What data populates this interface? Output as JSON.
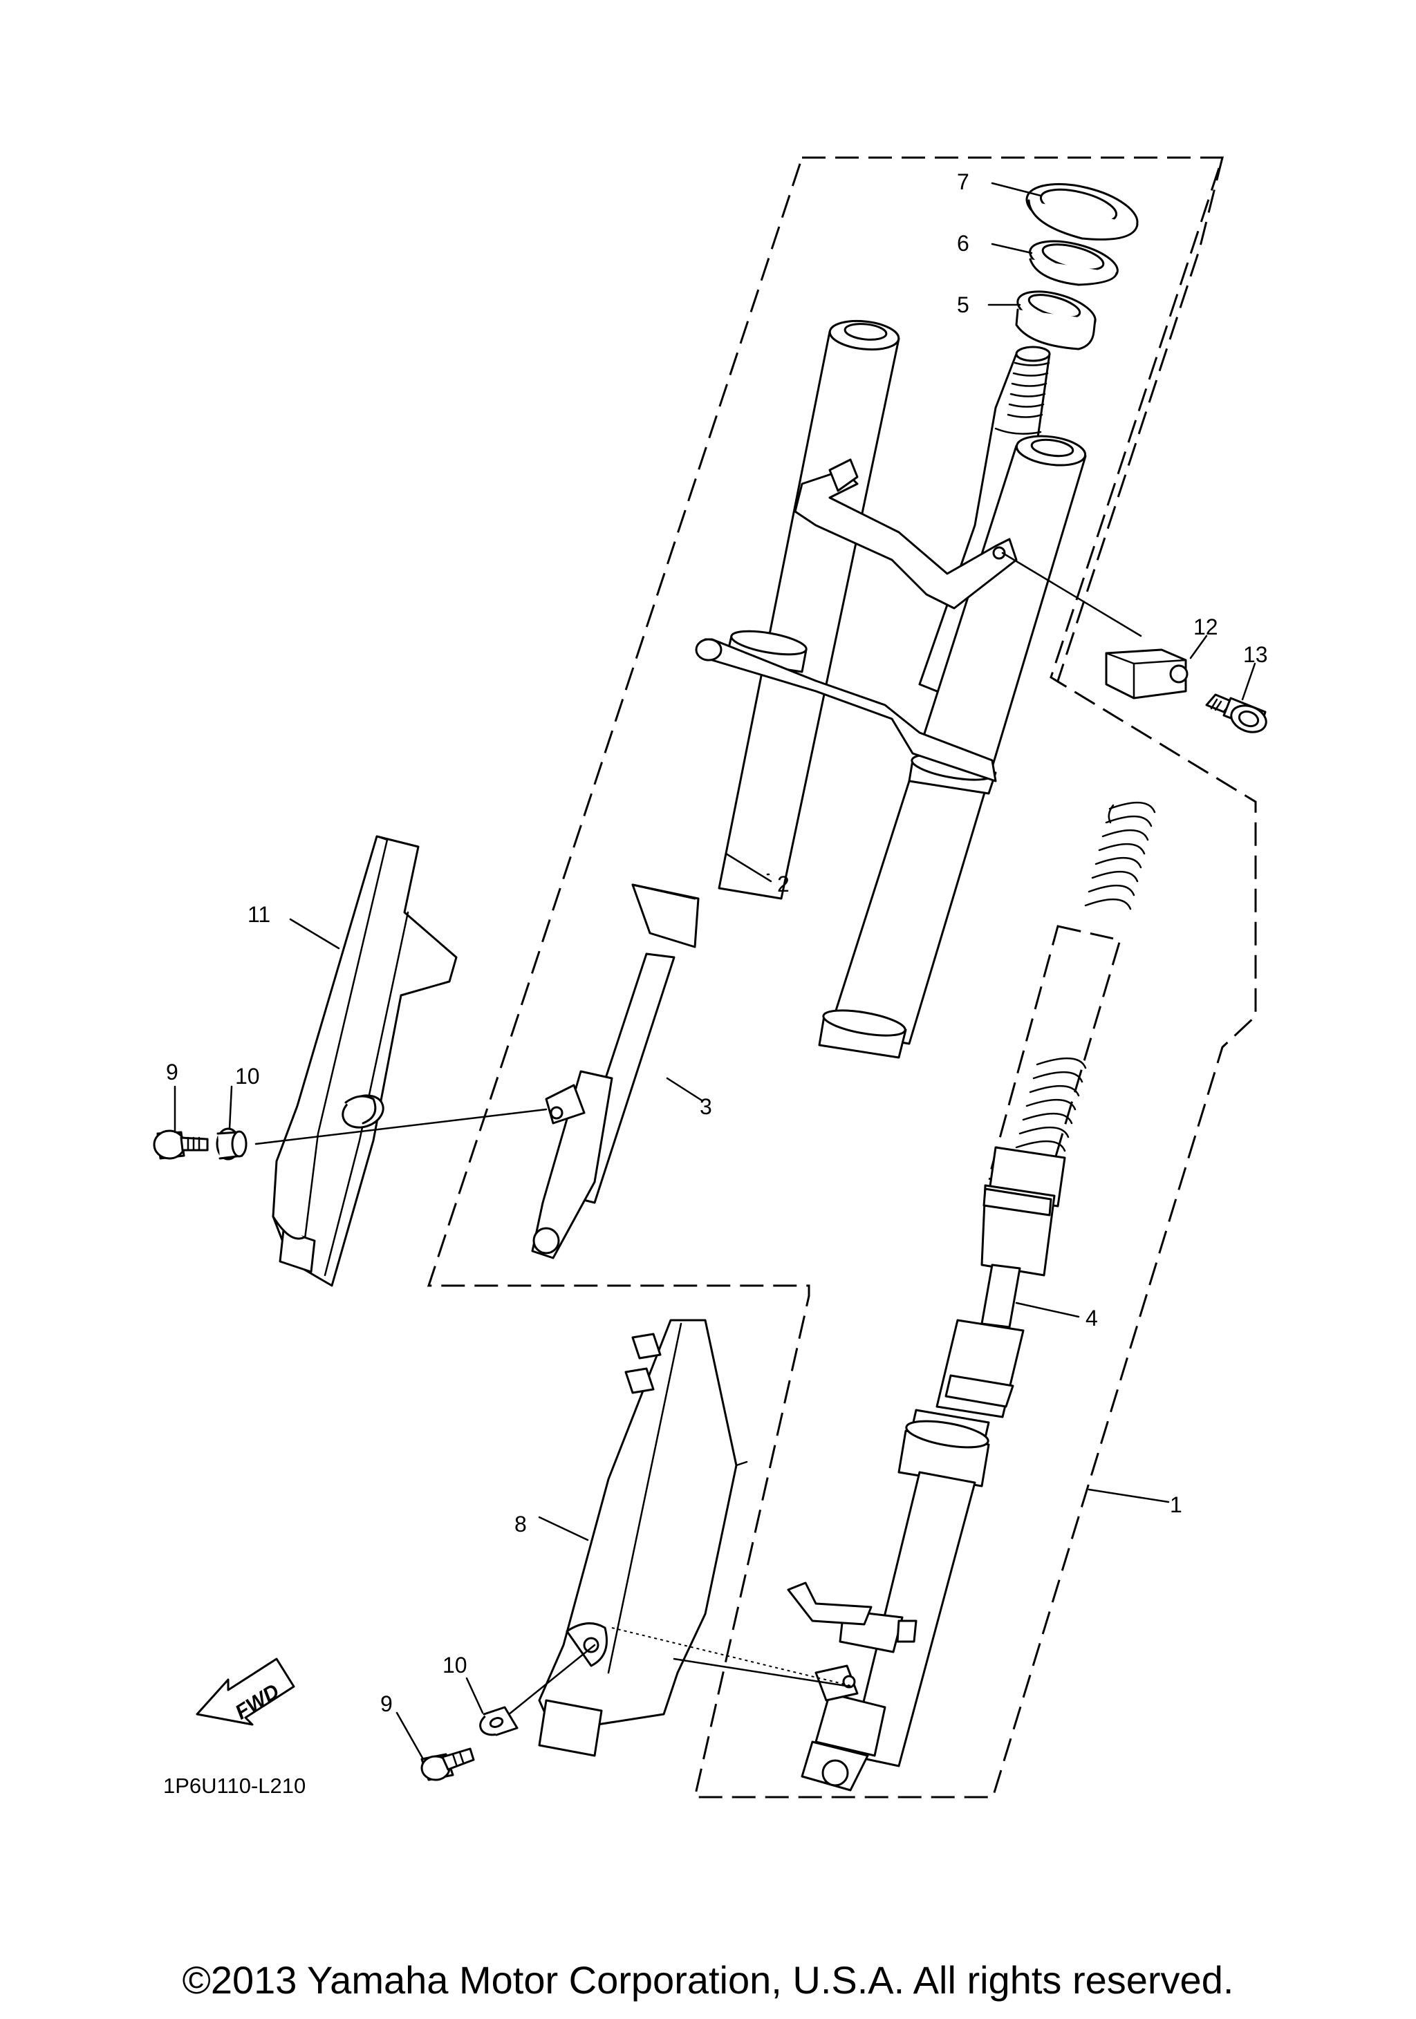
{
  "parts": {
    "p1": {
      "number": "1"
    },
    "p2": {
      "number": "2"
    },
    "p3": {
      "number": "3"
    },
    "p4": {
      "number": "4"
    },
    "p5": {
      "number": "5"
    },
    "p6": {
      "number": "6"
    },
    "p7": {
      "number": "7"
    },
    "p8": {
      "number": "8"
    },
    "p9a": {
      "number": "9"
    },
    "p9b": {
      "number": "9"
    },
    "p10a": {
      "number": "10"
    },
    "p10b": {
      "number": "10"
    },
    "p11": {
      "number": "11"
    },
    "p12": {
      "number": "12"
    },
    "p13": {
      "number": "13"
    }
  },
  "direction_arrow": {
    "label": "FWD",
    "icon": "fwd-arrow-icon"
  },
  "diagram_code": "1P6U110-L210",
  "copyright": "©2013 Yamaha Motor Corporation, U.S.A. All rights reserved."
}
